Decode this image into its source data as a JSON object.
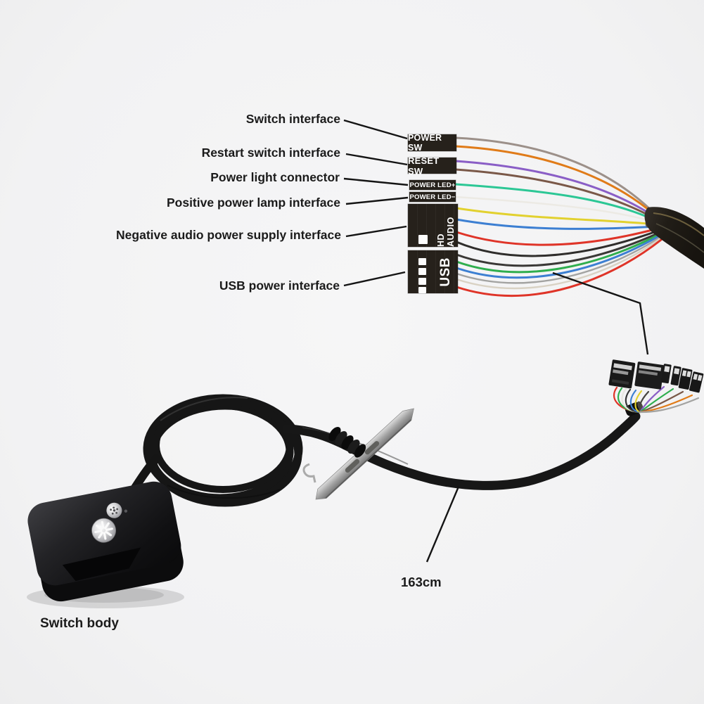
{
  "annotations": {
    "switch_interface": "Switch interface",
    "restart_switch_interface": "Restart switch interface",
    "power_light_connector": "Power light connector",
    "positive_power_lamp_interface": "Positive power lamp interface",
    "negative_audio_power_supply_interface": "Negative audio power supply interface",
    "usb_power_interface": "USB power interface",
    "cable_length": "163cm",
    "switch_body": "Switch body"
  },
  "connector_blocks": {
    "power_sw": {
      "label": "POWER SW"
    },
    "reset_sw": {
      "label": "RESET SW"
    },
    "power_led_plus": {
      "label": "POWER LED+"
    },
    "power_led_minus": {
      "label": "POWER LED−"
    },
    "hd_audio": {
      "label": "HD AUDIO"
    },
    "usb": {
      "label": "USB"
    }
  },
  "colors": {
    "background": "#f4f4f5",
    "label_text": "#1b1b1b",
    "block_background": "#26211b",
    "block_text": "#ffffff",
    "cable": "#171717",
    "leader_line": "#141414",
    "bracket_metal": "#a7a7a7"
  },
  "wire_colors": [
    {
      "name": "power-sw-gray",
      "hex": "#9c9089"
    },
    {
      "name": "power-sw-orange",
      "hex": "#e07b18"
    },
    {
      "name": "reset-sw-purple",
      "hex": "#8a5ec6"
    },
    {
      "name": "reset-sw-brown",
      "hex": "#7a5848"
    },
    {
      "name": "power-led-plus-teal",
      "hex": "#2cc795"
    },
    {
      "name": "power-led-minus-white",
      "hex": "#eceae4"
    },
    {
      "name": "hd-audio-yellow",
      "hex": "#e2d12f"
    },
    {
      "name": "hd-audio-blue",
      "hex": "#3c7fd2"
    },
    {
      "name": "hd-audio-red",
      "hex": "#df3428"
    },
    {
      "name": "hd-audio-black",
      "hex": "#2f2d2b"
    },
    {
      "name": "usb-black",
      "hex": "#3a3836"
    },
    {
      "name": "usb-green",
      "hex": "#2fae4e"
    },
    {
      "name": "usb-blue",
      "hex": "#3c7fd2"
    },
    {
      "name": "usb-gray",
      "hex": "#a3a3a1"
    },
    {
      "name": "usb-white",
      "hex": "#d9d2c4"
    },
    {
      "name": "usb-red",
      "hex": "#df3428"
    }
  ],
  "fan_wire_colors": [
    {
      "name": "red",
      "hex": "#df3428"
    },
    {
      "name": "green",
      "hex": "#2fae4e"
    },
    {
      "name": "white",
      "hex": "#e8e6e0"
    },
    {
      "name": "black",
      "hex": "#353535"
    },
    {
      "name": "blue",
      "hex": "#3c7fd2"
    },
    {
      "name": "yellow",
      "hex": "#e2d12f"
    },
    {
      "name": "dark",
      "hex": "#46423e"
    },
    {
      "name": "purple",
      "hex": "#8a5ec6"
    },
    {
      "name": "green2",
      "hex": "#2fae4e"
    },
    {
      "name": "brown",
      "hex": "#7a5848"
    },
    {
      "name": "orange",
      "hex": "#e07b18"
    },
    {
      "name": "gray",
      "hex": "#a3a3a1"
    }
  ]
}
